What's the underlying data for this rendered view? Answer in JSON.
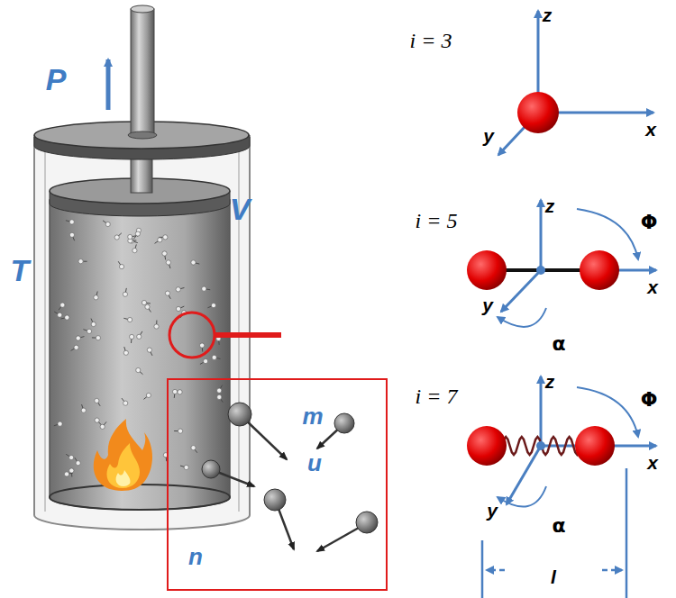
{
  "diagram": {
    "nodes": [
      {
        "text": [
          "m",
          "u",
          "n"
        ]
      }
    ],
    "labels": [
      "P",
      "V",
      "T",
      "i = 3",
      "z",
      "x",
      "y",
      "i = 5",
      "z",
      "Φ",
      "x",
      "y",
      "α",
      "i = 7",
      "z",
      "Φ",
      "x",
      "y",
      "α",
      "l"
    ]
  }
}
